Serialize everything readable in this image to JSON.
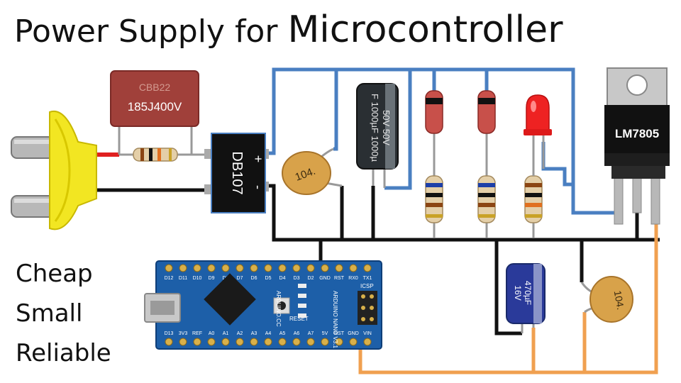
{
  "title": {
    "part1": "Power Supply for ",
    "part2": "Microcontroller"
  },
  "taglines": [
    "Cheap",
    "Small",
    "Reliable"
  ],
  "components": {
    "film_capacitor": {
      "line1": "CBB22",
      "line2": "185J400V"
    },
    "bridge_rectifier": {
      "label": "DB107",
      "plus": "+",
      "minus": "-"
    },
    "ceramic_cap_input": "104.",
    "ceramic_cap_output": "104.",
    "electrolytic_input": {
      "line1": "F 1000µF 1000µ",
      "line2": "50V 50V"
    },
    "electrolytic_output": {
      "line1": "470µF",
      "line2": "16V"
    },
    "regulator": "LM7805",
    "arduino": {
      "brand": "ARDUINO.CC",
      "model": "ARDUINO NANO V3.1",
      "reset": "RESET",
      "icsp": "ICSP",
      "pins_top": [
        "D12",
        "D11",
        "D10",
        "D9",
        "D8",
        "D7",
        "D6",
        "D5",
        "D4",
        "D3",
        "D2",
        "GND",
        "RST",
        "RX0",
        "TX1"
      ],
      "pins_bottom": [
        "D13",
        "3V3",
        "REF",
        "A0",
        "A1",
        "A2",
        "A3",
        "A4",
        "A5",
        "A6",
        "A7",
        "5V",
        "RST",
        "GND",
        "VIN"
      ]
    }
  },
  "colors": {
    "positive_wire": "#4a7fc1",
    "ground_wire": "#111111",
    "output_wire": "#f0a050",
    "plug": "#f2e622",
    "film_cap": "#a0403a",
    "regulator": "#111111",
    "arduino_board": "#1d5fa8",
    "led": "#ee2222"
  }
}
